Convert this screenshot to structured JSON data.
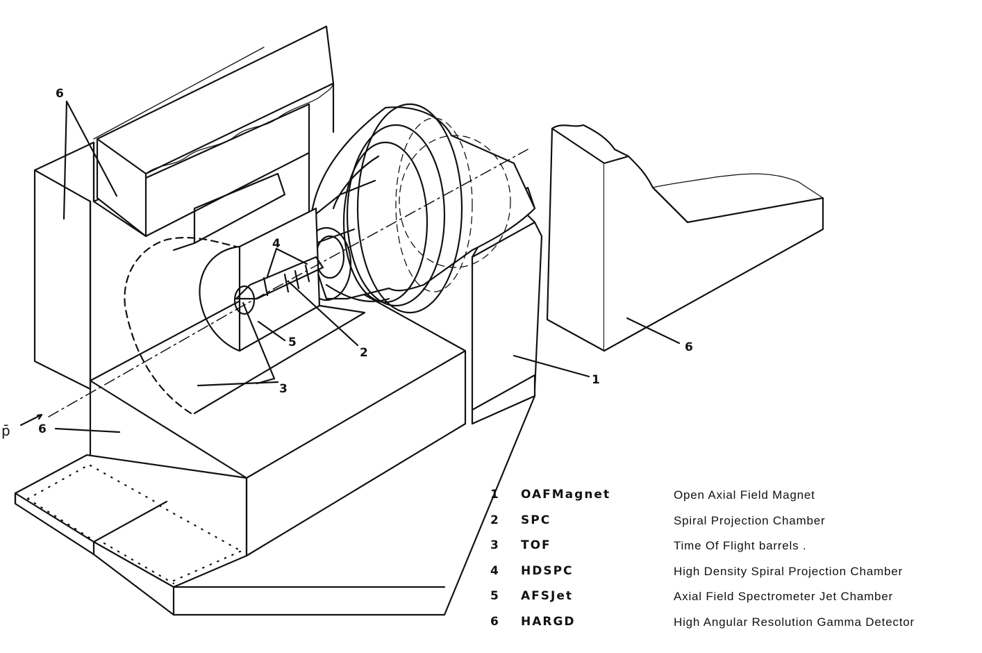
{
  "callouts": {
    "c6_top_left": "6",
    "c4": "4",
    "c5": "5",
    "c2": "2",
    "c3": "3",
    "c1": "1",
    "c6_right": "6",
    "c6_bottom": "6",
    "beam": "p̄"
  },
  "legend": [
    {
      "number": "1",
      "code": "OAFMagnet",
      "description": "Open Axial Field Magnet"
    },
    {
      "number": "2",
      "code": "SPC",
      "description": "Spiral Projection Chamber"
    },
    {
      "number": "3",
      "code": "TOF",
      "description": "Time Of Flight barrels ."
    },
    {
      "number": "4",
      "code": "HDSPC",
      "description": "High Density Spiral Projection Chamber"
    },
    {
      "number": "5",
      "code": "AFSJet",
      "description": "Axial Field Spectrometer Jet Chamber"
    },
    {
      "number": "6",
      "code": "HARGD",
      "description": "High Angular Resolution Gamma Detector"
    }
  ]
}
